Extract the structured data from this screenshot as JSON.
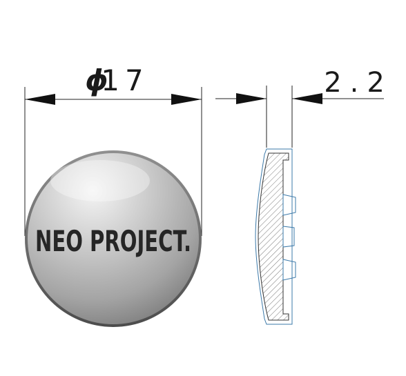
{
  "diameter_dimension": {
    "symbol": "ϕ",
    "value": "17"
  },
  "thickness_dimension": {
    "value": "2.2"
  },
  "badge": {
    "text": "NEO PROJECT.",
    "colors": {
      "light": "#f4f4f4",
      "mid": "#b4b4b4",
      "dark": "#7c7c7c",
      "rim": "#5a5a5a",
      "text": "#262626"
    }
  },
  "section_view": {
    "hatch_color": "#555555",
    "outline_color": "#3a78a8"
  }
}
